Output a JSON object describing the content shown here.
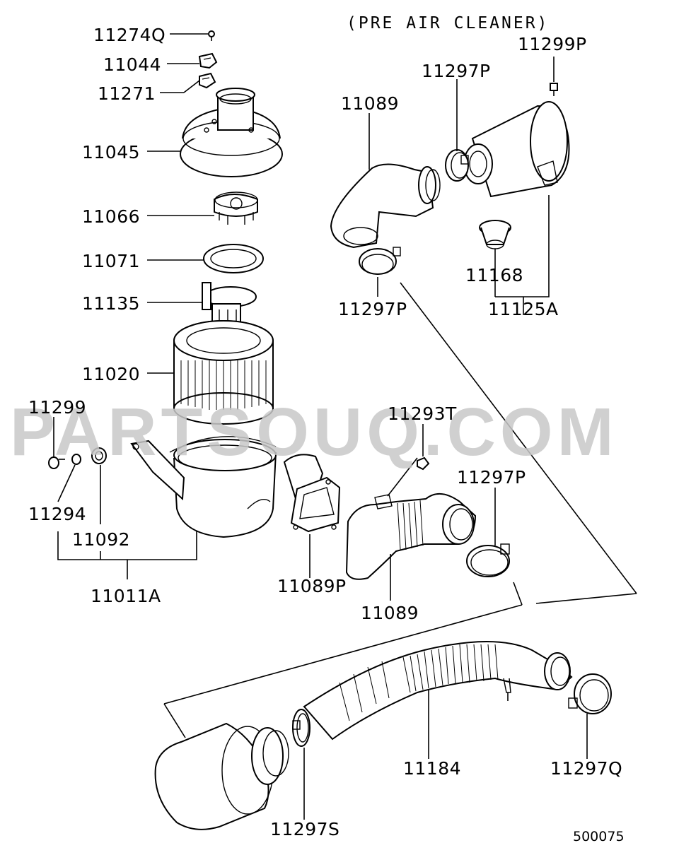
{
  "header": {
    "pre_air_cleaner": "(PRE AIR CLEANER)"
  },
  "watermark": "PARTSOUQ.COM",
  "diagram_code": "500075",
  "labels": {
    "l11274Q": "11274Q",
    "l11044": "11044",
    "l11271": "11271",
    "l11045": "11045",
    "l11066": "11066",
    "l11071": "11071",
    "l11135": "11135",
    "l11020": "11020",
    "l11299": "11299",
    "l11294": "11294",
    "l11092": "11092",
    "l11011A": "11011A",
    "l11089_top": "11089",
    "l11297P_top": "11297P",
    "l11299P": "11299P",
    "l11297P_left": "11297P",
    "l11168": "11168",
    "l11125A": "11125A",
    "l11293T": "11293T",
    "l11297P_mid": "11297P",
    "l11089P": "11089P",
    "l11089_mid": "11089",
    "l11184": "11184",
    "l11297Q": "11297Q",
    "l11297S": "11297S"
  },
  "colors": {
    "line": "#000000",
    "watermark": "#c8c8c8",
    "background": "#ffffff"
  }
}
